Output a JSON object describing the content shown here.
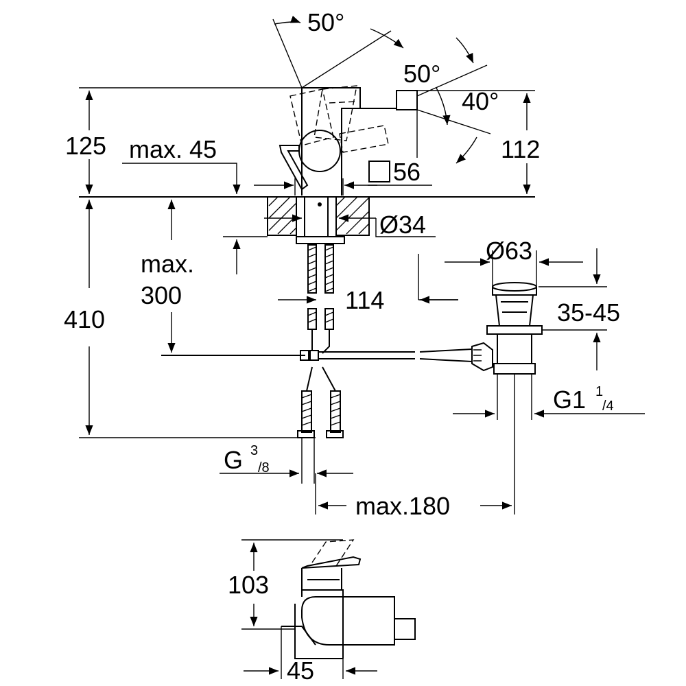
{
  "dimensions": {
    "angle_top": "50°",
    "angle_right": "50°",
    "angle_right_lower": "40°",
    "height_125": "125",
    "height_112": "112",
    "max_45": "max. 45",
    "square_56": "56",
    "diameter_34": "Ø34",
    "max_300_line1": "max.",
    "max_300_line2": "300",
    "height_410": "410",
    "dim_114": "114",
    "diameter_63": "Ø63",
    "range_35_45": "35-45",
    "thread_g1_main": "G1",
    "thread_g1_num": "1",
    "thread_g1_den": "/4",
    "thread_g38_main": "G",
    "thread_g38_num": "3",
    "thread_g38_den": "/8",
    "max_180": "max.180",
    "height_103": "103",
    "width_45": "45"
  }
}
